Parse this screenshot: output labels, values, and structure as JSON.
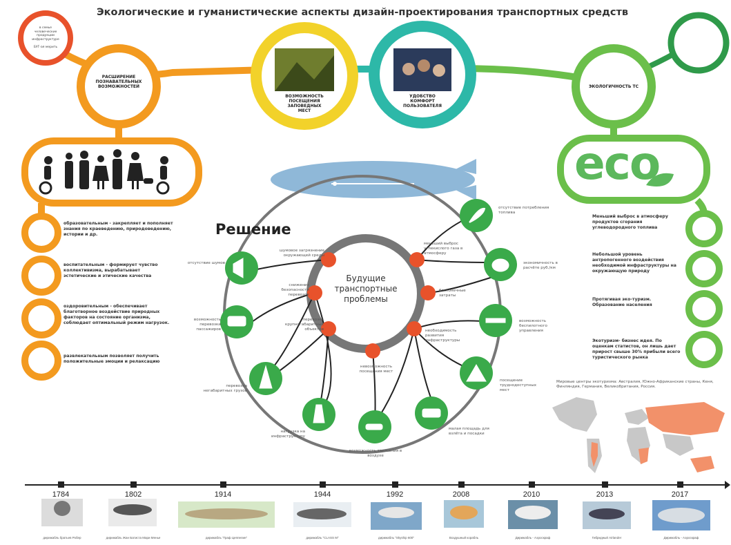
{
  "title": "Экологические и гуманистические аспекты дизайн-проектирования  транспортных средств",
  "solution_label": "Решение",
  "center_label": [
    "Будущие",
    "транспортные",
    "проблемы"
  ],
  "eco_label": "eco",
  "top_circles": {
    "small_red_text": [
      "в семье человеческие",
      "продукции",
      "инфраструктуре",
      "",
      "БУГ-ая мерить"
    ],
    "orange": [
      "РАСШИРЕНИЕ",
      "ПОЗНАВАТЕЛЬНЫХ",
      "ВОЗМОЖНОСТЕЙ"
    ],
    "yellow": [
      "ВОЗМОЖНОСТЬ",
      "ПОСЕЩЕНИЯ",
      "ЗАПОВЕДНЫХ",
      "МЕСТ"
    ],
    "teal": [
      "УДОБСТВО",
      "КОМФОРТ",
      "ПОЛЬЗОВАТЕЛЯ"
    ],
    "green": [
      "ЭКОЛОГИЧНОСТЬ ТС"
    ]
  },
  "left_list": [
    "образовательным - закрепляет и пополняет знания по краеведению, природоведению, истории и др.",
    "воспитательным - формирует чувство коллективизма, вырабатывает эстетические и этические качества",
    "оздоровительным - обеспечивает благотворное воздействие природных факторов на состояние организма, соблюдает оптимальный режим нагрузок.",
    "развлекательным позволяет получить положительные эмоции и релаксацию"
  ],
  "right_list": [
    "Меньший выброс в атмосферу продуктов сгорания углеводородного топлива",
    "Небольшой уровень антропогенного воздействия необходимой инфраструктуры на окружающую природу",
    "Протягивая эко-туризм. Образование населения",
    "Экотуризм- бизнес идея. По оценкам статистов, он лишь дает прирост свыше 30% прибыли всего туристического рынка"
  ],
  "map_caption": "Мировые центры экотуризма: Австралия, Южно-Африканские страны, Кеня, Финляндия, Германия, Великобритания, Россия.",
  "inner_labels": [
    "шумовое загрязнение окружающей среды",
    "снижение безопасности перевозок",
    "перевозка крупногабаритных объектов",
    "меньший выброс углекислого газа в атмосферу",
    "бесконечные затраты",
    "необходимость развития инфраструктуры",
    "невозможность посещения мест"
  ],
  "outer_labels": [
    "отсутствие шумов",
    "возможность перевозки пассажиров",
    "перевозка негабаритных грузов",
    "нагрузка на инфраструктуру",
    "возможность зависания в воздухе",
    "малая площадь для взлёта и посадки",
    "посещение труднодоступных мест",
    "возможность беспилотного управления",
    "экономичность в расчёте руб./км",
    "отсутствие потребления топлива"
  ],
  "timeline": [
    {
      "year": "1784",
      "caption": "дирижабль братьев Робер"
    },
    {
      "year": "1802",
      "caption": "дирижабль Жан Батиста Мари Менье"
    },
    {
      "year": "1914",
      "caption": "дирижабль \"Граф Цеппелин\""
    },
    {
      "year": "1944",
      "caption": "дирижабль \"CLASS M\""
    },
    {
      "year": "1992",
      "caption": "дирижабль \"Skyship 600\""
    },
    {
      "year": "2008",
      "caption": "Воздушный корабль"
    },
    {
      "year": "2010",
      "caption": "Дирижабль - Аэроскраф"
    },
    {
      "year": "2013",
      "caption": "Гибридный Airlander"
    },
    {
      "year": "2017",
      "caption": "Дирижабль - Аэроскраф"
    }
  ],
  "icons": [
    "megaphone-icon",
    "bus-icon",
    "eiffel-tower-icon",
    "road-icon",
    "helicopter-icon",
    "truck-icon",
    "mountain-icon",
    "minus-icon",
    "piggy-bank-icon",
    "feather-icon",
    "airship-icon",
    "eco-leaf-icon",
    "disability-icon",
    "family-icon"
  ],
  "colors": {
    "red": "#e8522b",
    "orange": "#f39a1f",
    "yellow": "#f2d22a",
    "teal": "#2db8a8",
    "green": "#6bbf4a",
    "dark_green": "#2f9a4a",
    "grey_ring": "#777777",
    "airship": "#8fb8d8",
    "map_grey": "#c8c8c8",
    "map_orange": "#f2916a"
  }
}
